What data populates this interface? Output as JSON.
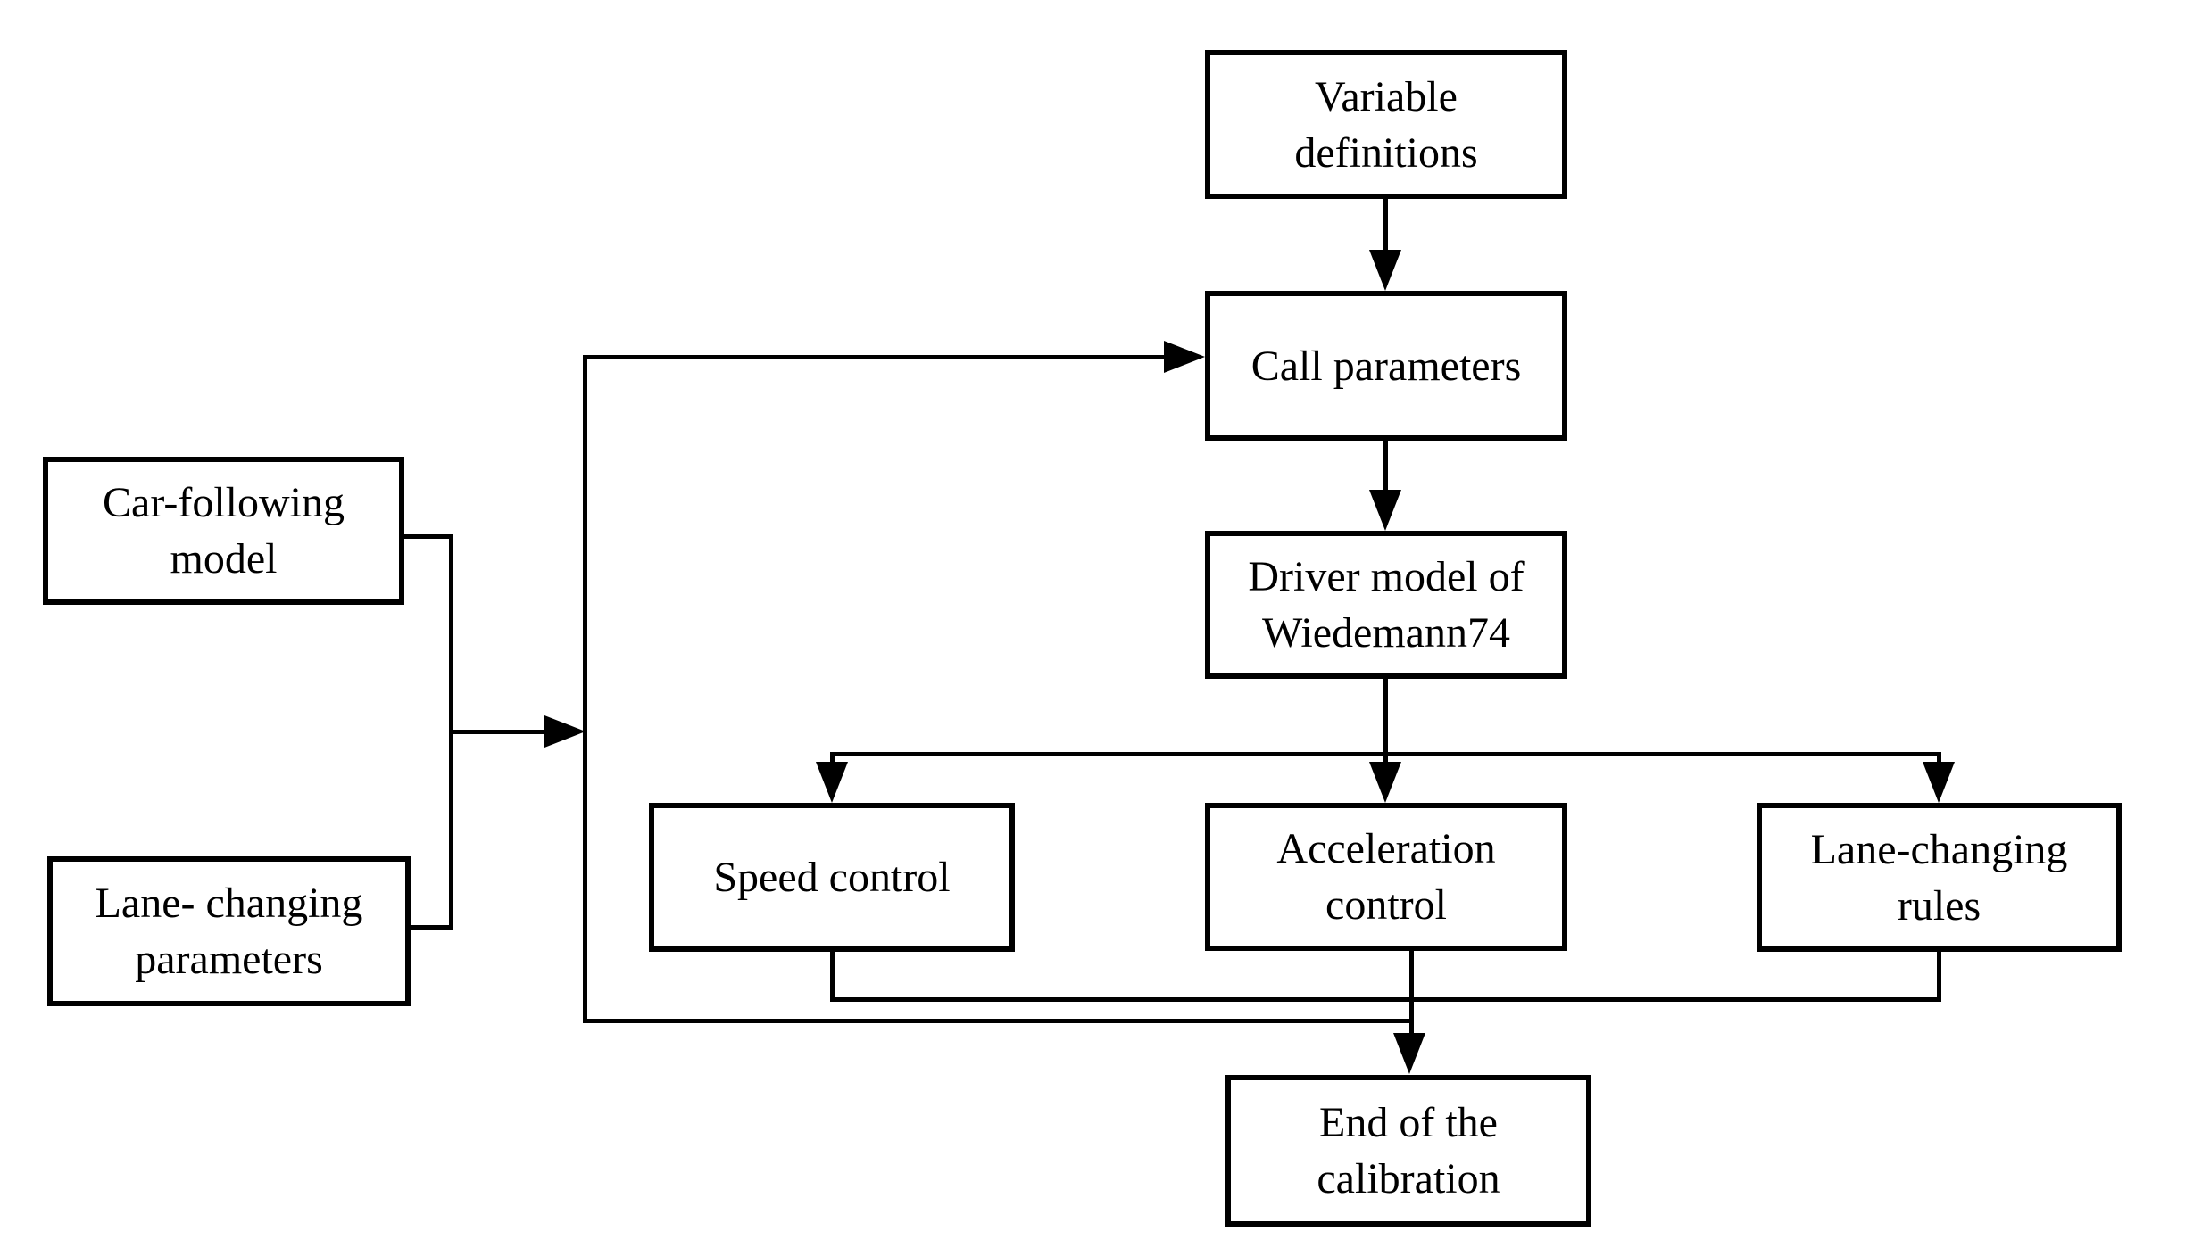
{
  "figure": {
    "type": "flowchart",
    "background_color": "#ffffff",
    "line_color": "#000000",
    "box_fill_color": "#ffffff",
    "text_color": "#000000",
    "nodes": {
      "variable_definitions": {
        "lines": [
          "Variable",
          "definitions"
        ]
      },
      "call_parameters": {
        "lines": [
          "Call parameters"
        ]
      },
      "driver_model": {
        "lines": [
          "Driver model of",
          "Wiedemann74"
        ]
      },
      "car_following": {
        "lines": [
          "Car-following",
          "model"
        ]
      },
      "lane_changing_parameters": {
        "lines": [
          "Lane- changing",
          "parameters"
        ]
      },
      "speed_control": {
        "lines": [
          "Speed control"
        ]
      },
      "acceleration_control": {
        "lines": [
          "Acceleration",
          "control"
        ]
      },
      "lane_changing_rules": {
        "lines": [
          "Lane-changing",
          "rules"
        ]
      },
      "end_calibration": {
        "lines": [
          "End of the",
          "calibration"
        ]
      }
    },
    "edges": [
      {
        "from": "variable_definitions",
        "to": "call_parameters"
      },
      {
        "from": "car_following",
        "to": "call_parameters"
      },
      {
        "from": "lane_changing_parameters",
        "to": "call_parameters"
      },
      {
        "from": "call_parameters",
        "to": "driver_model"
      },
      {
        "from": "driver_model",
        "to": "speed_control"
      },
      {
        "from": "driver_model",
        "to": "acceleration_control"
      },
      {
        "from": "driver_model",
        "to": "lane_changing_rules"
      },
      {
        "from": "speed_control",
        "to": "end_calibration"
      },
      {
        "from": "acceleration_control",
        "to": "end_calibration"
      },
      {
        "from": "lane_changing_rules",
        "to": "end_calibration"
      }
    ]
  }
}
